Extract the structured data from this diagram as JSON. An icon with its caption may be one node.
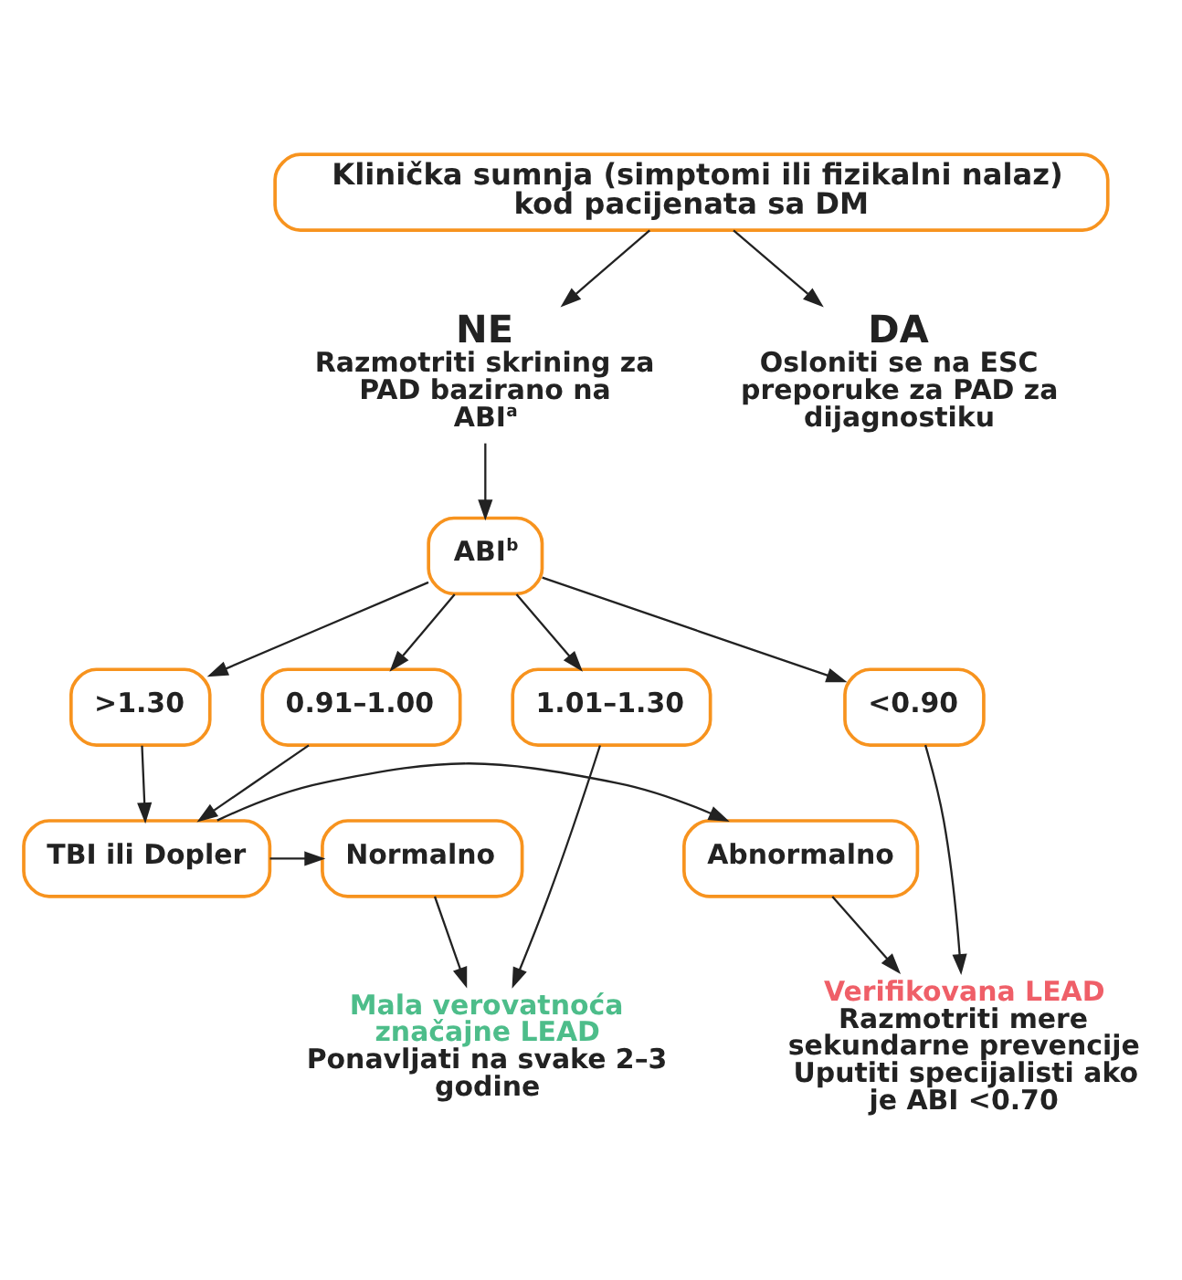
{
  "diagram": {
    "nodes": [
      {
        "text": [
          "Klinička sumnja (simptomi ili fizikalni nalaz) kod pacijenata sa DM"
        ]
      },
      {
        "text": [
          "NE",
          "Razmotriti skrining za PAD bazirano na ABI$^{a}$"
        ]
      },
      {
        "text": [
          "DA",
          "Osloniti se na ESC preporuke za PAD za dijagnostiku"
        ]
      },
      {
        "text": [
          "ABI$^{b}$"
        ]
      },
      {
        "text": [
          ">1.30"
        ]
      },
      {
        "text": [
          "1.01–1.30"
        ]
      },
      {
        "text": [
          "0.91–1.00"
        ]
      },
      {
        "text": [
          "<0.90"
        ]
      },
      {
        "text": [
          "Mala verovatnoća značajne LEAD",
          "Ponavljati na svake 2–3 godine"
        ]
      },
      {
        "text": [
          "Verifikovana LEAD",
          "Razmotriti mere sekundarne prevencije",
          "Uputiti specijalisti ako je ABI <0.70"
        ]
      },
      {
        "text": [
          "TBI ili Dopler"
        ]
      },
      {
        "text": [
          "Normalno"
        ]
      },
      {
        "text": [
          "Abnormalno"
        ]
      }
    ],
    "edges": [
      {
        "from": 0,
        "to": 1,
        "arrow": "to"
      },
      {
        "from": 0,
        "to": 2,
        "arrow": "to"
      },
      {
        "from": 1,
        "to": 3,
        "arrow": "to"
      },
      {
        "from": 3,
        "to": 4,
        "arrow": "to"
      },
      {
        "from": 3,
        "to": 5,
        "arrow": "to"
      },
      {
        "from": 3,
        "to": 6,
        "arrow": "to"
      },
      {
        "from": 3,
        "to": 7,
        "arrow": "to"
      },
      {
        "from": 5,
        "to": 8,
        "arrow": "to"
      },
      {
        "from": 7,
        "to": 9,
        "arrow": "to"
      },
      {
        "from": 6,
        "to": 10,
        "arrow": "to"
      },
      {
        "from": 10,
        "to": 11,
        "arrow": "to"
      },
      {
        "from": 10,
        "to": 12,
        "arrow": "to"
      },
      {
        "from": 11,
        "to": 8,
        "arrow": "to"
      },
      {
        "from": 12,
        "to": 9,
        "arrow": "to"
      },
      {
        "from": 4,
        "to": 10,
        "arrow": "to"
      }
    ]
  }
}
